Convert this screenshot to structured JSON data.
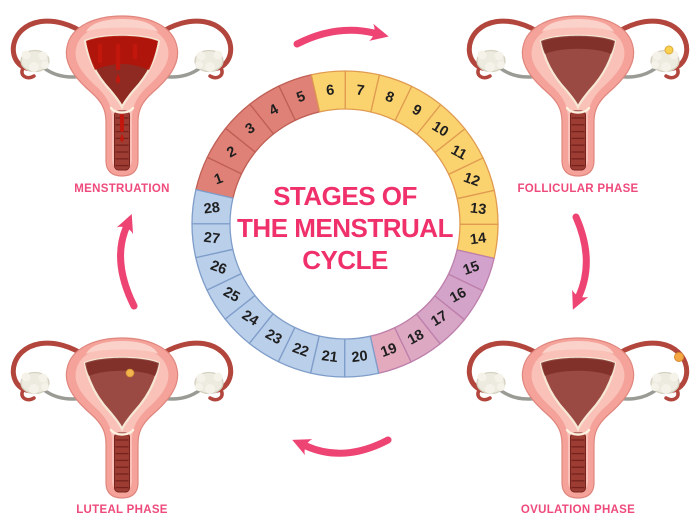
{
  "title": {
    "lines": [
      "STAGES OF",
      "THE MENSTRUAL",
      "CYCLE"
    ],
    "color": "#f0306b"
  },
  "ring": {
    "days_total": 28,
    "day_one_start_angle_deg": 283,
    "number_color": "#1f1f1f",
    "phases": [
      {
        "label": "MENSTRUATION",
        "day_start": 1,
        "day_end": 5,
        "fill": "#df8176",
        "border": "#c05f55"
      },
      {
        "label": "FOLLICULAR PHASE",
        "day_start": 6,
        "day_end": 14,
        "fill": "#fbd36e",
        "border": "#e09b51"
      },
      {
        "label": "OVULATION PHASE",
        "day_start": 15,
        "day_end": 19,
        "fill": "#d4a5ca",
        "border": "#bd7fab",
        "day_fills": [
          "#d2a2cc",
          "#d3a3c9",
          "#d7a5c6",
          "#dda8c1",
          "#e2aabc"
        ]
      },
      {
        "label": "LUTEAL PHASE",
        "day_start": 20,
        "day_end": 28,
        "fill": "#b9cfea",
        "border": "#7f9dc9"
      }
    ]
  },
  "corners": [
    {
      "position": "top-left",
      "variant": "menstruation",
      "label": "MENSTRUATION"
    },
    {
      "position": "top-right",
      "variant": "follicular",
      "label": "FOLLICULAR PHASE"
    },
    {
      "position": "bottom-left",
      "variant": "luteal",
      "label": "LUTEAL PHASE"
    },
    {
      "position": "bottom-right",
      "variant": "ovulation",
      "label": "OVULATION PHASE"
    }
  ],
  "arrows": {
    "color": "#ee4473",
    "direction": "clockwise",
    "count": 4
  },
  "label_color": "#ee4a7b",
  "background": "#ffffff"
}
